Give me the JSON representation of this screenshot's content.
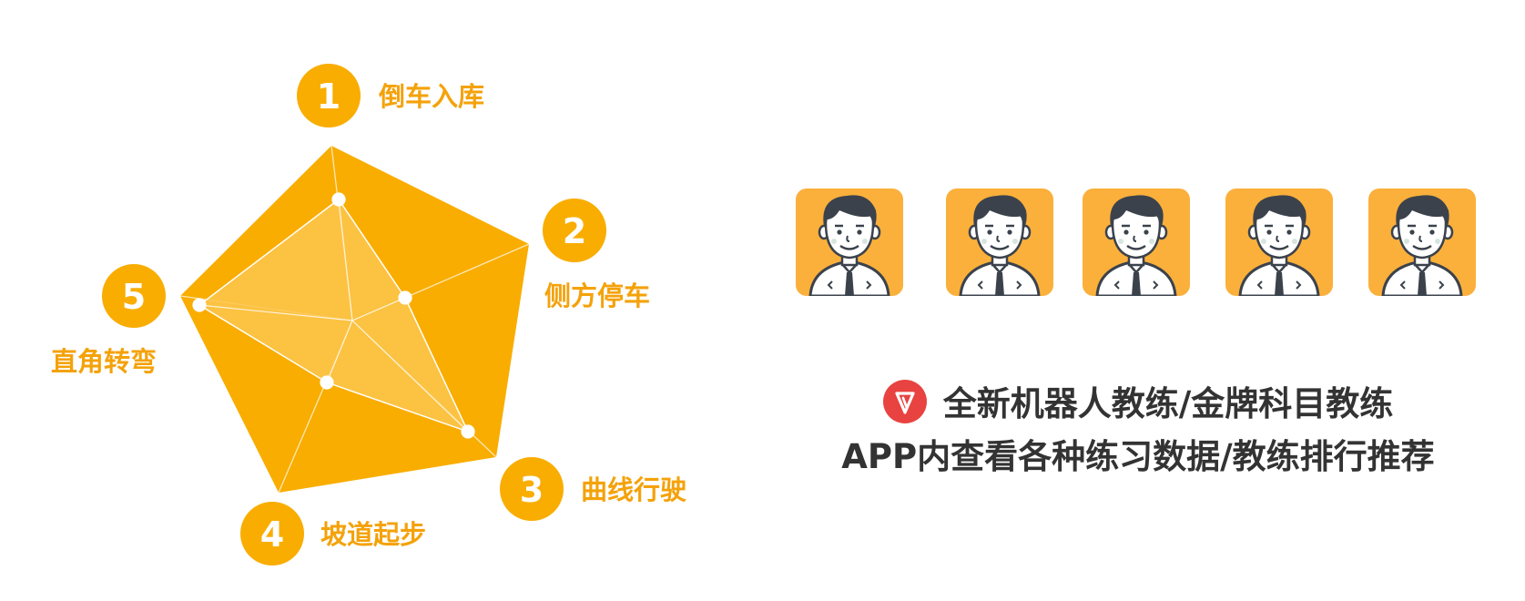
{
  "radar": {
    "axes": [
      {
        "number": "1",
        "label": "倒车入库"
      },
      {
        "number": "2",
        "label": "侧方停车"
      },
      {
        "number": "3",
        "label": "曲线行驶"
      },
      {
        "number": "4",
        "label": "坡道起步"
      },
      {
        "number": "5",
        "label": "直角转弯"
      }
    ]
  },
  "avatars": {
    "count": 5,
    "icon": "coach-avatar-icon"
  },
  "caption": {
    "line1": "全新机器人教练/金牌科目教练",
    "line2": "APP内查看各种练习数据/教练排行推荐",
    "badge_icon": "v-logo-icon"
  },
  "colors": {
    "accent": "#f9ad00",
    "inner": "#fdc64c",
    "label": "#f4a20a",
    "badge": "#e84341",
    "text": "#333333"
  }
}
